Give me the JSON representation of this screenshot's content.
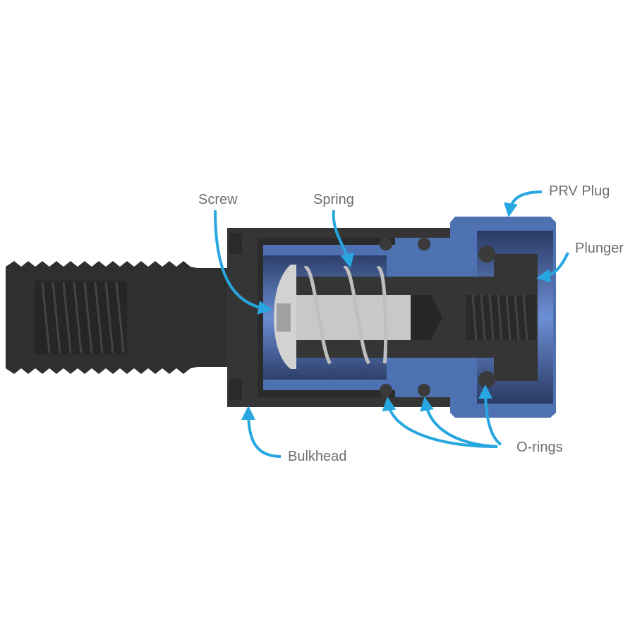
{
  "labels": {
    "screw": "Screw",
    "spring": "Spring",
    "prv_plug": "PRV Plug",
    "plunger": "Plunger",
    "bulkhead": "Bulkhead",
    "o_rings": "O-rings"
  },
  "colors": {
    "arrow": "#27a6df",
    "plug_blue": "#4e71b2",
    "body_dark": "#353535",
    "screw_gray": "#c8c8c8",
    "label_text": "#6b6f74"
  }
}
